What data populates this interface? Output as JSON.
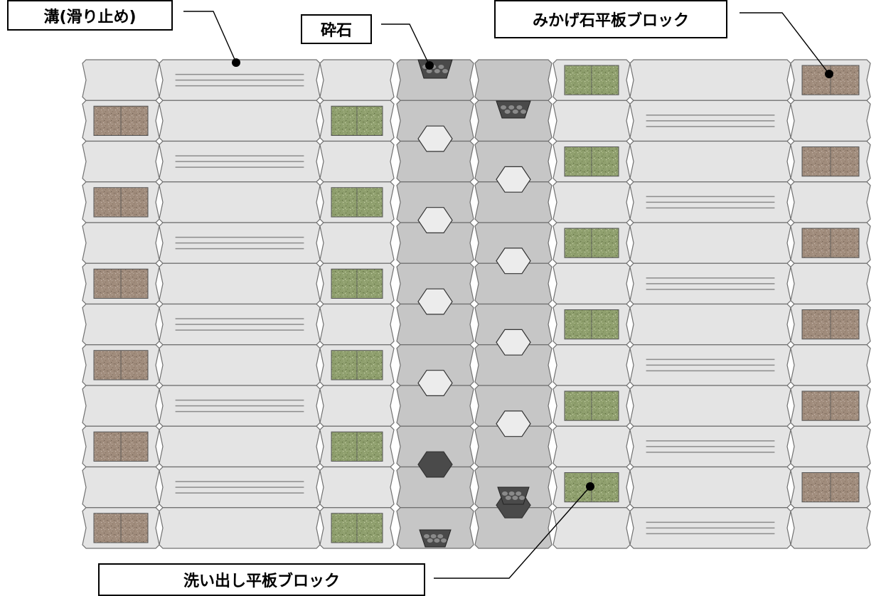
{
  "labels": {
    "groove": "溝(滑り止め)",
    "gravel": "砕石",
    "granite": "みかげ石平板ブロック",
    "washed": "洗い出し平板ブロック"
  },
  "colors": {
    "block_fill": "#e4e4e4",
    "block_stroke": "#707070",
    "channel_block": "#c6c6c6",
    "hex_fill": "#ececec",
    "gravel_dark": "#4a4a4a",
    "gravel_mid": "#8a8a8a",
    "granite_tile": "#a08c7c",
    "washed_tile": "#8f9f6e",
    "groove_line": "#8c8c8c",
    "text": "#000000"
  }
}
